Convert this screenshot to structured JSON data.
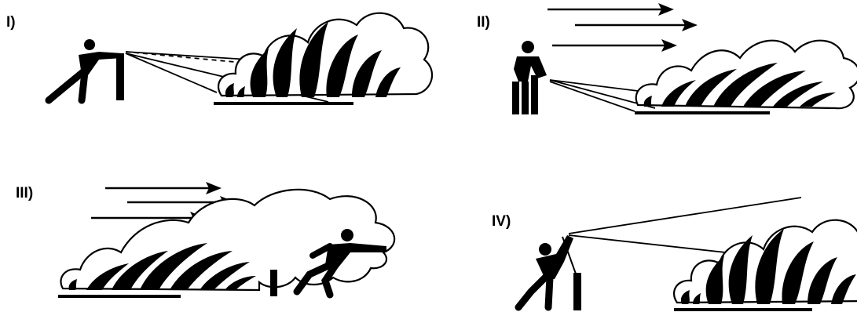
{
  "panels": [
    {
      "label": "I)"
    },
    {
      "label": "II)"
    },
    {
      "label": "III)"
    },
    {
      "label": "IV)"
    }
  ],
  "colors": {
    "ink": "#000000",
    "background": "#ffffff"
  }
}
